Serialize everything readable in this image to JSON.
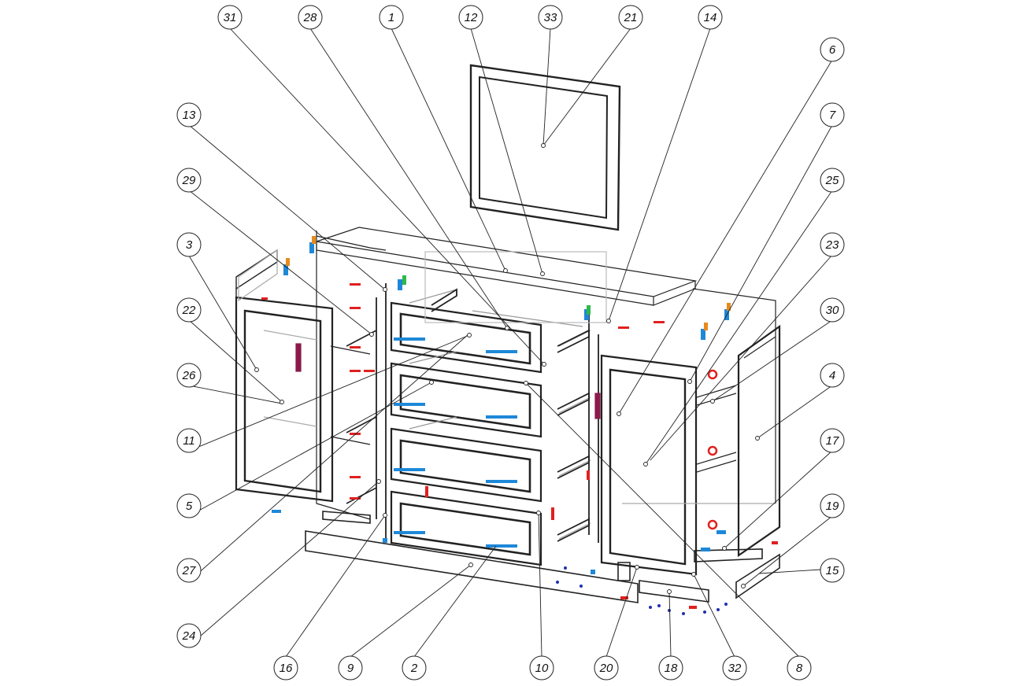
{
  "drawing": {
    "callouts": [
      {
        "id": "c31",
        "label": "31"
      },
      {
        "id": "c28",
        "label": "28"
      },
      {
        "id": "c1",
        "label": "1"
      },
      {
        "id": "c12",
        "label": "12"
      },
      {
        "id": "c33",
        "label": "33"
      },
      {
        "id": "c21",
        "label": "21"
      },
      {
        "id": "c14",
        "label": "14"
      },
      {
        "id": "c6",
        "label": "6"
      },
      {
        "id": "c7",
        "label": "7"
      },
      {
        "id": "c25",
        "label": "25"
      },
      {
        "id": "c23",
        "label": "23"
      },
      {
        "id": "c30",
        "label": "30"
      },
      {
        "id": "c4",
        "label": "4"
      },
      {
        "id": "c17",
        "label": "17"
      },
      {
        "id": "c19",
        "label": "19"
      },
      {
        "id": "c15",
        "label": "15"
      },
      {
        "id": "c13",
        "label": "13"
      },
      {
        "id": "c29",
        "label": "29"
      },
      {
        "id": "c3",
        "label": "3"
      },
      {
        "id": "c22",
        "label": "22"
      },
      {
        "id": "c26",
        "label": "26"
      },
      {
        "id": "c11",
        "label": "11"
      },
      {
        "id": "c5",
        "label": "5"
      },
      {
        "id": "c27",
        "label": "27"
      },
      {
        "id": "c24",
        "label": "24"
      },
      {
        "id": "c16",
        "label": "16"
      },
      {
        "id": "c9",
        "label": "9"
      },
      {
        "id": "c2",
        "label": "2"
      },
      {
        "id": "c10",
        "label": "10"
      },
      {
        "id": "c20",
        "label": "20"
      },
      {
        "id": "c18",
        "label": "18"
      },
      {
        "id": "c32",
        "label": "32"
      },
      {
        "id": "c8",
        "label": "8"
      }
    ],
    "colors": {
      "line": "#222222",
      "light_line": "#aaaaaa",
      "fitting_blue": "#1e88d8",
      "fitting_red": "#e02020",
      "handle_purple": "#8a1a4a",
      "fitting_orange": "#e8891c",
      "fitting_green": "#2fb84a"
    }
  }
}
